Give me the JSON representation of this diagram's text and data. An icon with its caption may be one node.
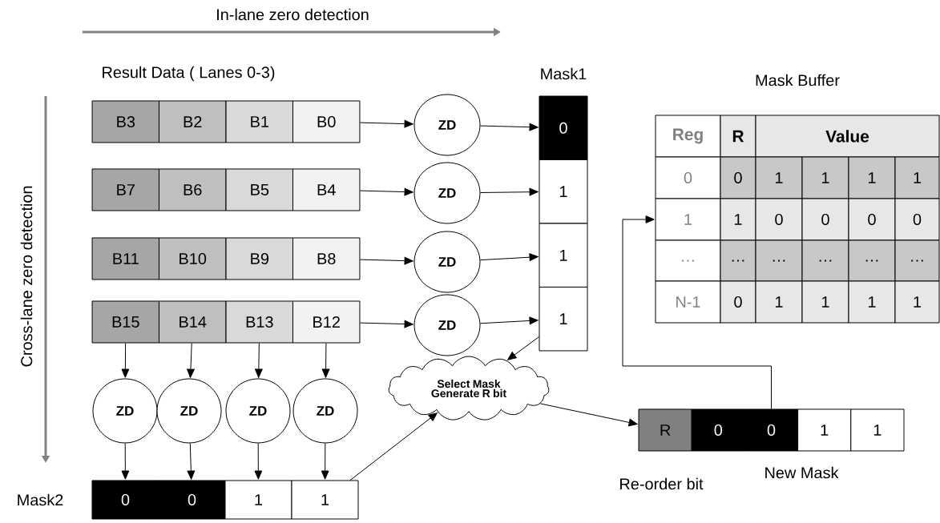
{
  "diagram": {
    "nodes": [
      {
        "text": [
          "B3"
        ]
      },
      {
        "text": [
          "B2"
        ]
      },
      {
        "text": [
          "B1"
        ]
      },
      {
        "text": [
          "B0"
        ]
      },
      {
        "text": [
          "B7"
        ]
      },
      {
        "text": [
          "B6"
        ]
      },
      {
        "text": [
          "B5"
        ]
      },
      {
        "text": [
          "B4"
        ]
      },
      {
        "text": [
          "B11"
        ]
      },
      {
        "text": [
          "B10"
        ]
      },
      {
        "text": [
          "B9"
        ]
      },
      {
        "text": [
          "B8"
        ]
      },
      {
        "text": [
          "B15"
        ]
      },
      {
        "text": [
          "B14"
        ]
      },
      {
        "text": [
          "B13"
        ]
      },
      {
        "text": [
          "B12"
        ]
      },
      {
        "text": [
          "ZD"
        ]
      },
      {
        "text": [
          "ZD"
        ]
      },
      {
        "text": [
          "ZD"
        ]
      },
      {
        "text": [
          "ZD"
        ]
      },
      {
        "text": [
          "0"
        ]
      },
      {
        "text": [
          "1"
        ]
      },
      {
        "text": [
          "1"
        ]
      },
      {
        "text": [
          "1"
        ]
      },
      {
        "text": [
          "ZD"
        ]
      },
      {
        "text": [
          "ZD"
        ]
      },
      {
        "text": [
          "ZD"
        ]
      },
      {
        "text": [
          "ZD"
        ]
      },
      {
        "text": [
          "0"
        ]
      },
      {
        "text": [
          "0"
        ]
      },
      {
        "text": [
          "1"
        ]
      },
      {
        "text": [
          "1"
        ]
      },
      {
        "text": [
          "Select Mask Generate R bit"
        ]
      },
      {
        "text": [
          "R"
        ]
      },
      {
        "text": [
          "0"
        ]
      },
      {
        "text": [
          "0"
        ]
      },
      {
        "text": [
          "1"
        ]
      },
      {
        "text": [
          "1"
        ]
      },
      {
        "text": [
          "Reg"
        ]
      },
      {
        "text": [
          "R"
        ]
      },
      {
        "text": [
          "Value"
        ]
      },
      {
        "text": [
          "0"
        ]
      },
      {
        "text": [
          "0"
        ]
      },
      {
        "text": [
          "1"
        ]
      },
      {
        "text": [
          "1"
        ]
      },
      {
        "text": [
          "1"
        ]
      },
      {
        "text": [
          "1"
        ]
      },
      {
        "text": [
          "1"
        ]
      },
      {
        "text": [
          "1"
        ]
      },
      {
        "text": [
          "0"
        ]
      },
      {
        "text": [
          "0"
        ]
      },
      {
        "text": [
          "0"
        ]
      },
      {
        "text": [
          "0"
        ]
      },
      {
        "text": [
          "…"
        ]
      },
      {
        "text": [
          "…"
        ]
      },
      {
        "text": [
          "…"
        ]
      },
      {
        "text": [
          "…"
        ]
      },
      {
        "text": [
          "…"
        ]
      },
      {
        "text": [
          "…"
        ]
      },
      {
        "text": [
          "N-1"
        ]
      },
      {
        "text": [
          "0"
        ]
      },
      {
        "text": [
          "1"
        ]
      },
      {
        "text": [
          "1"
        ]
      },
      {
        "text": [
          "1"
        ]
      },
      {
        "text": [
          "1"
        ]
      }
    ],
    "edges": [
      {
        "from": 3,
        "to": 16,
        "arrow": "to"
      },
      {
        "from": 7,
        "to": 17,
        "arrow": "to"
      },
      {
        "from": 11,
        "to": 18,
        "arrow": "to"
      },
      {
        "from": 15,
        "to": 19,
        "arrow": "to"
      },
      {
        "from": 16,
        "to": 20,
        "arrow": "to"
      },
      {
        "from": 17,
        "to": 21,
        "arrow": "to"
      },
      {
        "from": 18,
        "to": 22,
        "arrow": "to"
      },
      {
        "from": 19,
        "to": 23,
        "arrow": "to"
      },
      {
        "from": 12,
        "to": 24,
        "arrow": "to"
      },
      {
        "from": 13,
        "to": 25,
        "arrow": "to"
      },
      {
        "from": 14,
        "to": 26,
        "arrow": "to"
      },
      {
        "from": 15,
        "to": 27,
        "arrow": "to"
      },
      {
        "from": 24,
        "to": 28,
        "arrow": "to"
      },
      {
        "from": 25,
        "to": 29,
        "arrow": "to"
      },
      {
        "from": 26,
        "to": 30,
        "arrow": "to"
      },
      {
        "from": 27,
        "to": 31,
        "arrow": "to"
      },
      {
        "from": 23,
        "to": 32,
        "arrow": "to"
      },
      {
        "from": 31,
        "to": 32,
        "arrow": "to"
      },
      {
        "from": 32,
        "to": 33,
        "arrow": "to"
      },
      {
        "from": 35,
        "to": 47,
        "arrow": "to"
      }
    ],
    "labels": [
      "In-lane zero detection",
      "Result Data ( Lanes 0-3)",
      "Mask1",
      "Mask Buffer",
      "Cross-lane zero detection",
      "Mask2",
      "Re-order bit",
      "New Mask"
    ]
  }
}
